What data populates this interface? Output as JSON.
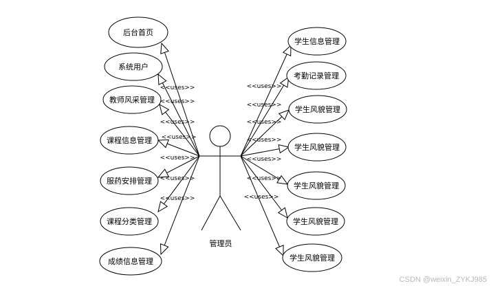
{
  "diagram": {
    "actor": {
      "label": "管理员"
    },
    "stereotype": "<<uses>>",
    "left_use_cases": [
      {
        "id": "uc-houtai-shouye",
        "label": "后台首页"
      },
      {
        "id": "uc-xitong-yonghu",
        "label": "系统用户"
      },
      {
        "id": "uc-jiaoshi-fengcai",
        "label": "教师风采管理"
      },
      {
        "id": "uc-kecheng-xinxi",
        "label": "课程信息管理"
      },
      {
        "id": "uc-fuyao-anpai",
        "label": "服药安排管理"
      },
      {
        "id": "uc-kecheng-fenlei",
        "label": "课程分类管理"
      },
      {
        "id": "uc-chengji-xinxi",
        "label": "成绩信息管理"
      }
    ],
    "right_use_cases": [
      {
        "id": "uc-xuesheng-xinxi",
        "label": "学生信息管理"
      },
      {
        "id": "uc-kaoqin-jilu",
        "label": "考勤记录管理"
      },
      {
        "id": "uc-xuesheng-fengmao-1",
        "label": "学生风貌管理"
      },
      {
        "id": "uc-xuesheng-fengmao-2",
        "label": "学生风貌管理"
      },
      {
        "id": "uc-xuesheng-fengmao-3",
        "label": "学生风貌管理"
      },
      {
        "id": "uc-xuesheng-fengmao-4",
        "label": "学生风貌管理"
      },
      {
        "id": "uc-xuesheng-fengmao-5",
        "label": "学生风貌管理"
      }
    ]
  },
  "watermark": "CSDN @weixin_ZYKJ985"
}
